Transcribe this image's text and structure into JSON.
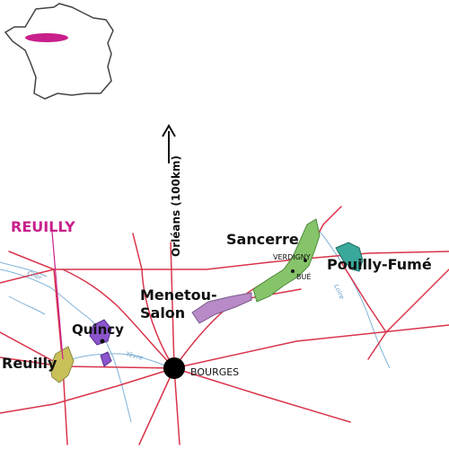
{
  "map": {
    "labels": {
      "reuilly_heading": "REUILLY",
      "reuilly": "Reuilly",
      "quincy": "Quincy",
      "bourges": "BOURGES",
      "menetou_line1": "Menetou-",
      "menetou_line2": "Salon",
      "sancerre": "Sancerre",
      "verdigny": "VERDIGNY",
      "bue": "BUÉ",
      "pouilly_fume": "Pouilly-Fumé",
      "orleans": "Orléans (100km)",
      "river_cher": "Cher",
      "river_yevre": "Yèvre",
      "river_loire": "Loire"
    },
    "colors": {
      "accent_magenta": "#c81f8a",
      "road_red": "#d9344a",
      "river_blue": "#7fb2d8",
      "reuilly_zone": "#c9c05a",
      "quincy_zone": "#8a55cc",
      "menetou_zone": "#b98ac8",
      "sancerre_zone": "#86c46a",
      "pouilly_zone": "#3aa89a",
      "france_outline": "#444444"
    },
    "icons": [
      "north-arrow-icon",
      "bourges-city-marker-icon",
      "france-locator-map-icon"
    ]
  }
}
